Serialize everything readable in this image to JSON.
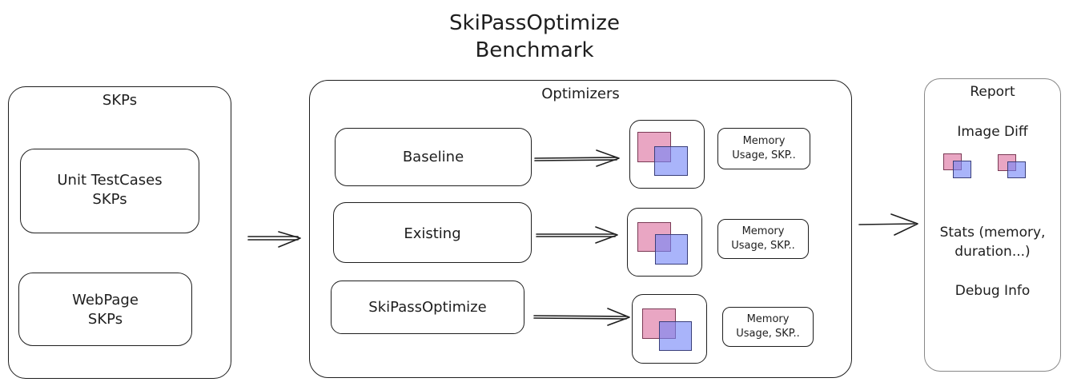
{
  "title": {
    "line1": "SkiPassOptimize",
    "line2": "Benchmark"
  },
  "skps": {
    "header": "SKPs",
    "items": [
      {
        "line1": "Unit TestCases",
        "line2": "SKPs"
      },
      {
        "line1": "WebPage",
        "line2": "SKPs"
      }
    ]
  },
  "optimizers": {
    "header": "Optimizers",
    "rows": [
      {
        "name": "Baseline",
        "note_line1": "Memory",
        "note_line2": "Usage, SKP.."
      },
      {
        "name": "Existing",
        "note_line1": "Memory",
        "note_line2": "Usage, SKP.."
      },
      {
        "name": "SkiPassOptimize",
        "note_line1": "Memory",
        "note_line2": "Usage, SKP.."
      }
    ]
  },
  "report": {
    "header": "Report",
    "image_diff": "Image Diff",
    "stats_line1": "Stats (memory,",
    "stats_line2": "duration...)",
    "debug": "Debug Info"
  },
  "colors": {
    "pink": "#e9a6c3",
    "blue": "#7486f7",
    "stroke": "#1e1e1e",
    "report_border": "#888888"
  }
}
